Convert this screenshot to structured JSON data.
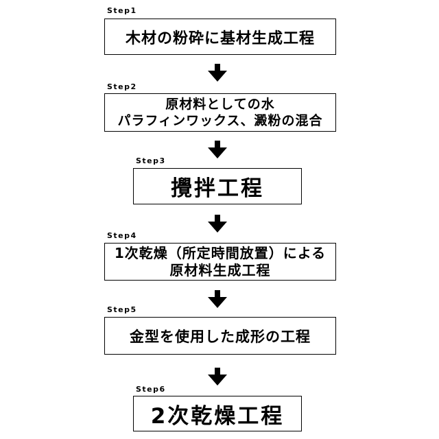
{
  "steps": [
    {
      "label": "Step1",
      "lines": [
        "木材の粉砕に基材生成工程"
      ]
    },
    {
      "label": "Step2",
      "lines": [
        "原材料としての水",
        "パラフィンワックス、澱粉の混合"
      ]
    },
    {
      "label": "Step3",
      "lines": [
        "攪拌工程"
      ]
    },
    {
      "label": "Step4",
      "lines": [
        "1次乾燥（所定時間放置）による",
        "原材料生成工程"
      ]
    },
    {
      "label": "Step5",
      "lines": [
        "金型を使用した成形の工程"
      ]
    },
    {
      "label": "Step6",
      "lines": [
        "2次乾燥工程"
      ]
    }
  ],
  "colors": {
    "line": "#000000",
    "background": "#ffffff"
  },
  "icons": {
    "connector": "down-arrow-icon"
  }
}
